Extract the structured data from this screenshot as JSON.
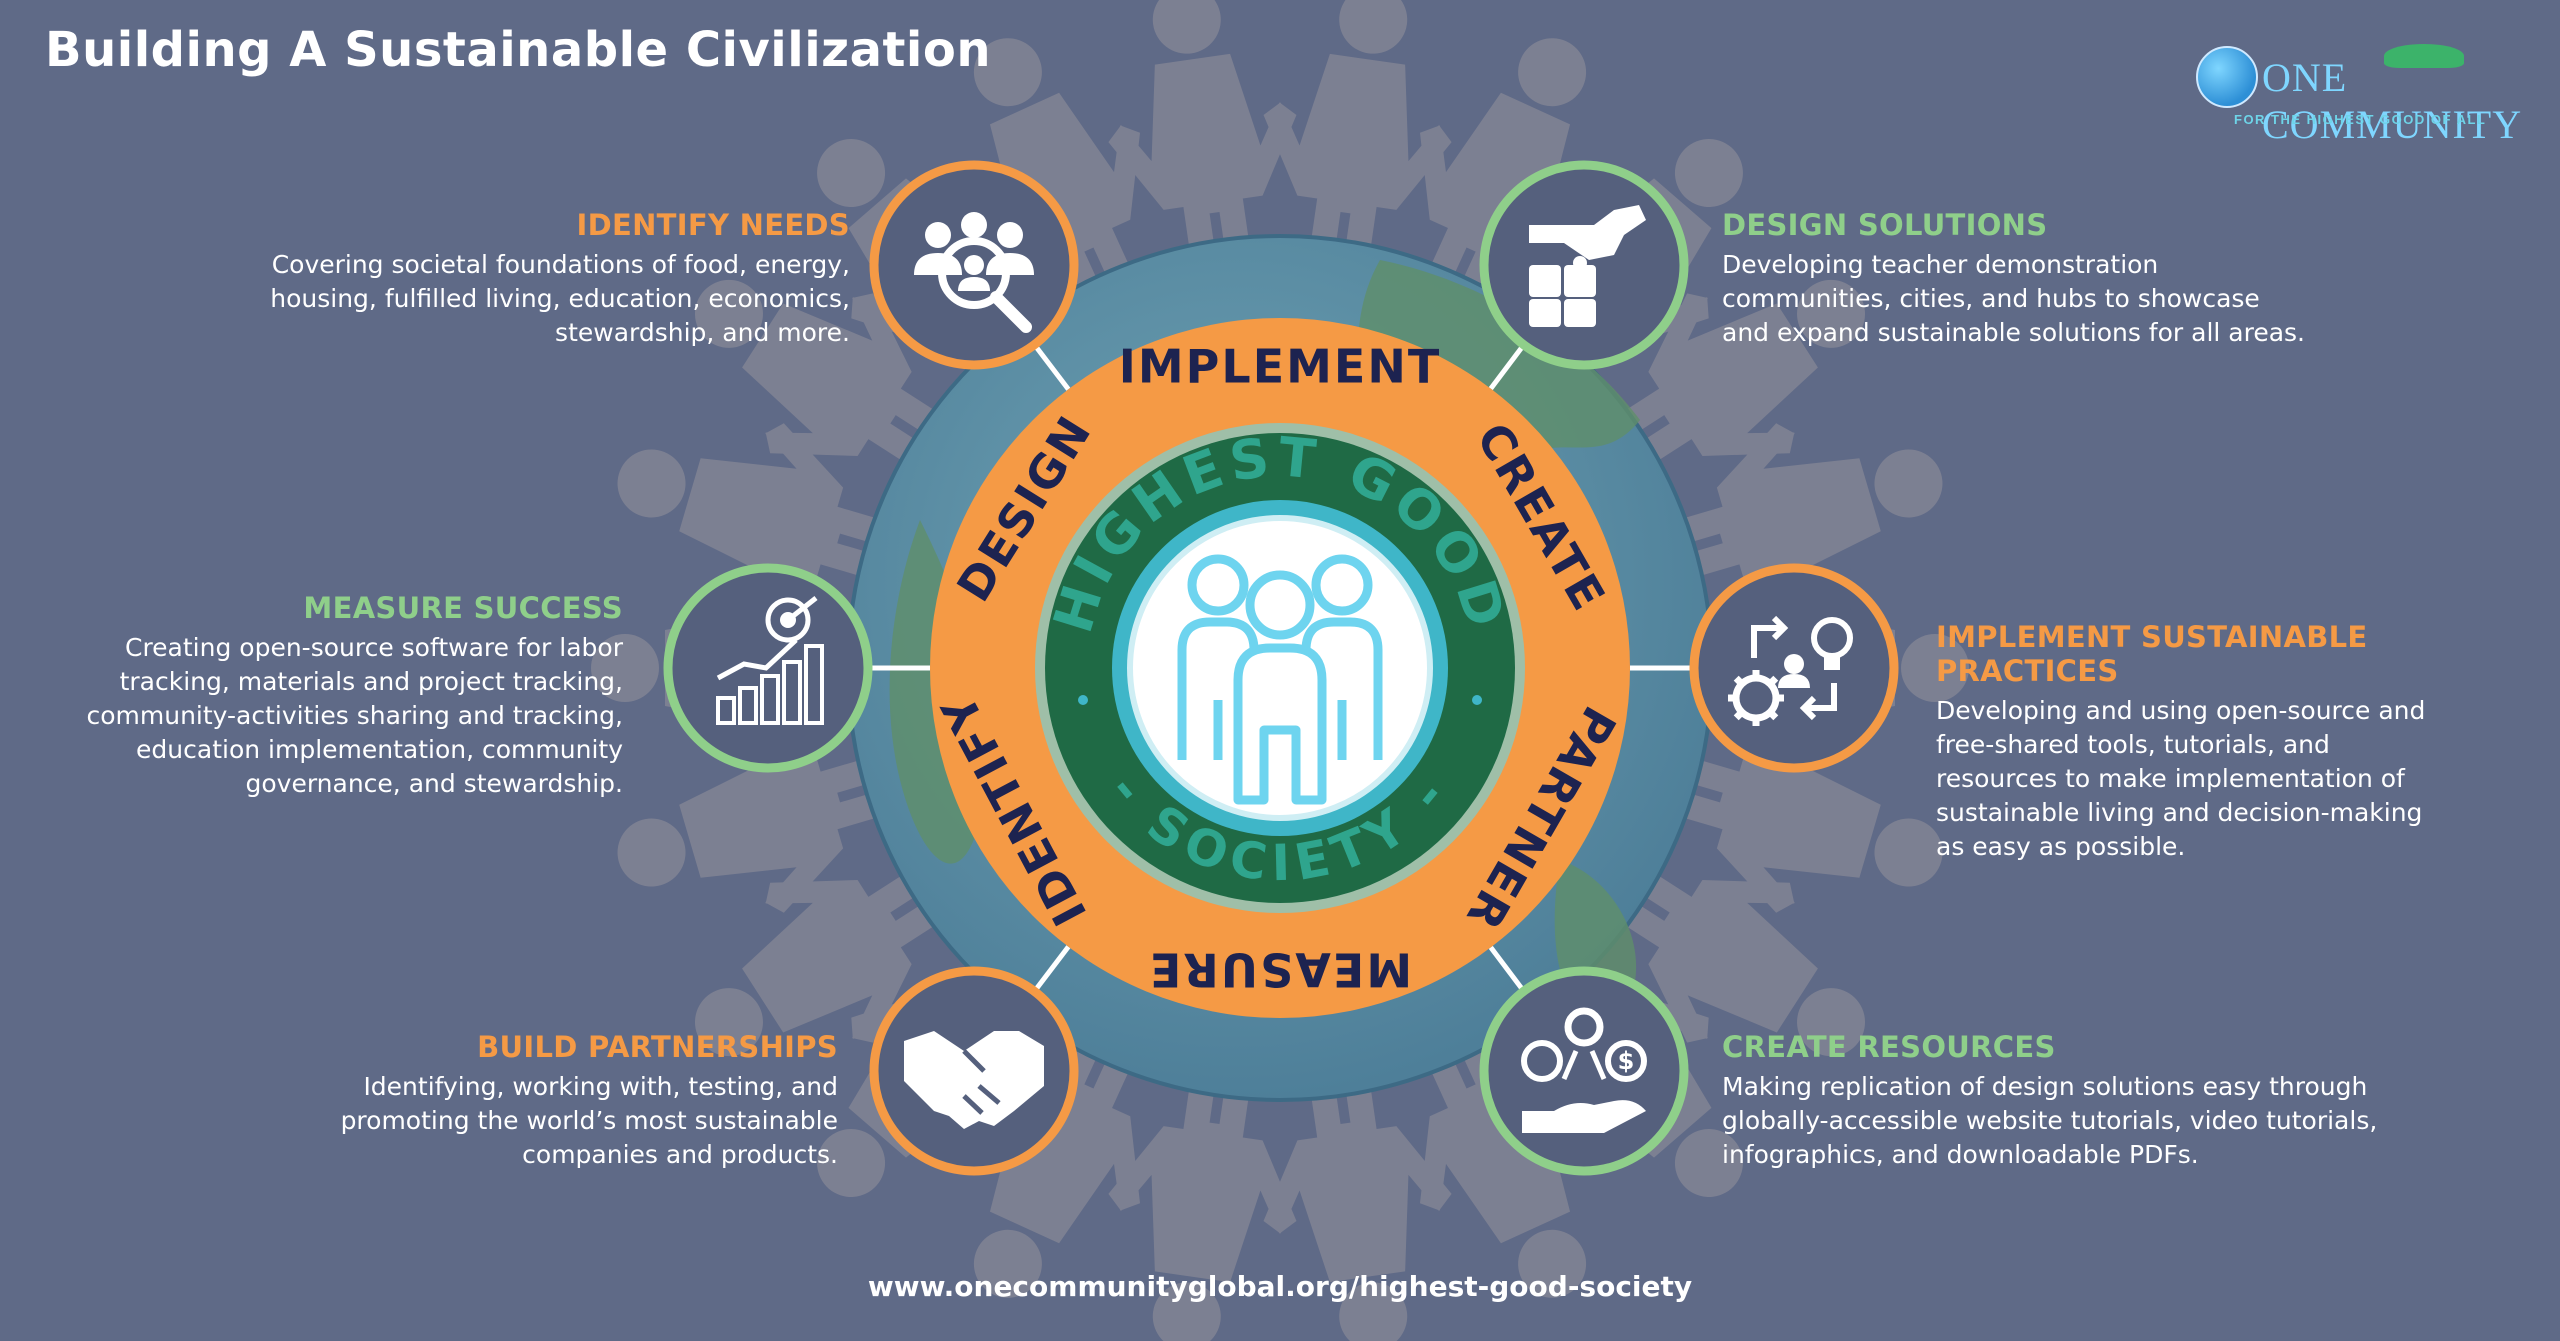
{
  "title": "Building A Sustainable Civilization",
  "logo": {
    "name": "ONE COMMUNITY",
    "tagline": "FOR THE HIGHEST GOOD OF ALL"
  },
  "center": {
    "top_text": "HIGHEST GOOD",
    "bottom_text": "- SOCIETY -"
  },
  "ring_words": [
    "IDENTIFY",
    "DESIGN",
    "IMPLEMENT",
    "CREATE",
    "PARTNER",
    "MEASURE"
  ],
  "colors": {
    "orange": "#f59a45",
    "green": "#8fcf8a",
    "background": "#5f6a87",
    "dark_green": "#1f6a45",
    "icon_bg": "#55607d"
  },
  "sections": {
    "identify": {
      "heading": "IDENTIFY NEEDS",
      "lines": [
        "Covering societal foundations of food, energy,",
        "housing, fulfilled living, education, economics,",
        "stewardship, and more."
      ],
      "icon": "people-search-icon"
    },
    "design": {
      "heading": "DESIGN SOLUTIONS",
      "lines": [
        "Developing teacher demonstration",
        "communities, cities, and hubs to showcase",
        "and expand sustainable solutions for all areas."
      ],
      "icon": "puzzle-hand-icon"
    },
    "implement": {
      "heading": "IMPLEMENT SUSTAINABLE PRACTICES",
      "lines": [
        "Developing and using open-source and",
        "free-shared tools, tutorials, and",
        "resources to make implementation of",
        "sustainable living and decision-making",
        "as easy as possible."
      ],
      "icon": "process-cycle-icon"
    },
    "create": {
      "heading": "CREATE RESOURCES",
      "lines": [
        "Making replication of design solutions easy through",
        "globally-accessible website tutorials, video tutorials,",
        "infographics, and downloadable PDFs."
      ],
      "icon": "hand-resources-icon"
    },
    "partner": {
      "heading": "BUILD PARTNERSHIPS",
      "lines": [
        "Identifying, working with, testing, and",
        "promoting the world’s most sustainable",
        "companies and products."
      ],
      "icon": "handshake-icon"
    },
    "measure": {
      "heading": "MEASURE SUCCESS",
      "lines": [
        "Creating open-source software for labor",
        "tracking, materials and project tracking,",
        "community-activities sharing and tracking,",
        "education implementation, community",
        "governance, and stewardship."
      ],
      "icon": "growth-chart-target-icon"
    }
  },
  "url": "www.onecommunityglobal.org/highest-good-society"
}
